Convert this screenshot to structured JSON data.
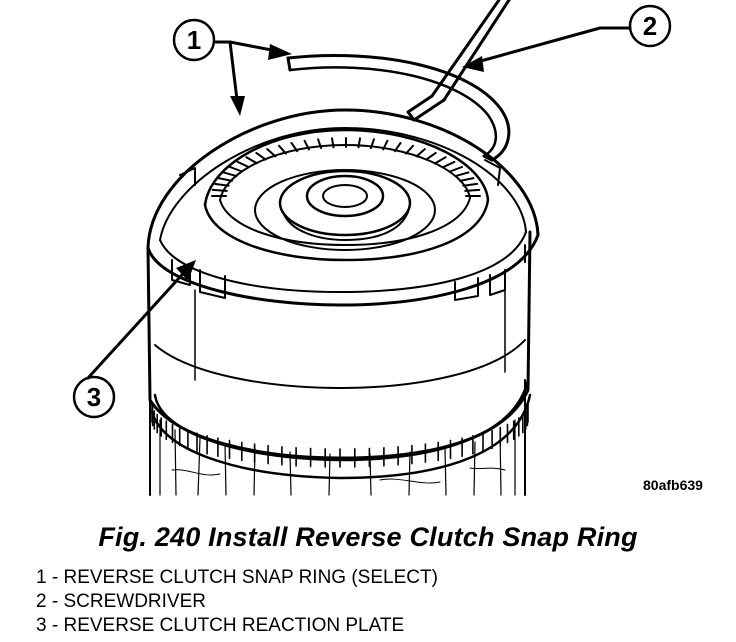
{
  "figure": {
    "callouts": [
      {
        "number": "1"
      },
      {
        "number": "2"
      },
      {
        "number": "3"
      }
    ],
    "image_code": "80afb639"
  },
  "caption": "Fig. 240 Install Reverse Clutch Snap Ring",
  "legend": [
    {
      "number": "1",
      "separator": " - ",
      "text": "REVERSE CLUTCH SNAP RING (SELECT)"
    },
    {
      "number": "2",
      "separator": " - ",
      "text": "SCREWDRIVER"
    },
    {
      "number": "3",
      "separator": " - ",
      "text": "REVERSE CLUTCH REACTION PLATE"
    }
  ],
  "colors": {
    "ink": "#000000",
    "paper": "#ffffff"
  }
}
